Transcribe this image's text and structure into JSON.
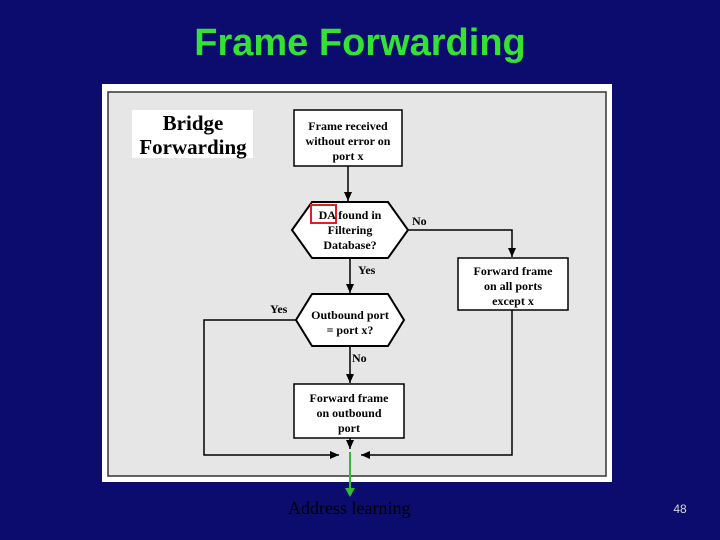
{
  "slide": {
    "title": "Frame Forwarding",
    "footer_label": "Address learning",
    "page_number": "48"
  },
  "diagram": {
    "heading": [
      "Bridge",
      "Forwarding"
    ],
    "start_box": [
      "Frame received",
      "without error on",
      "port x"
    ],
    "decision_da": [
      "DA found in",
      "Filtering",
      "Database?"
    ],
    "decision_da_highlight": "DA",
    "decision_port": [
      "Outbound port",
      "= port x?"
    ],
    "forward_all_box": [
      "Forward frame",
      "on all ports",
      "except x"
    ],
    "forward_out_box": [
      "Forward frame",
      "on outbound",
      "port"
    ],
    "labels": {
      "no_1": "No",
      "yes_1": "Yes",
      "yes_2": "Yes",
      "no_2": "No"
    }
  },
  "colors": {
    "background": "#0c0c6e",
    "title": "#33e233",
    "diagram_panel": "#e6e6e6",
    "highlight_box": "#e02020",
    "learning_arrow": "#33bb33"
  }
}
